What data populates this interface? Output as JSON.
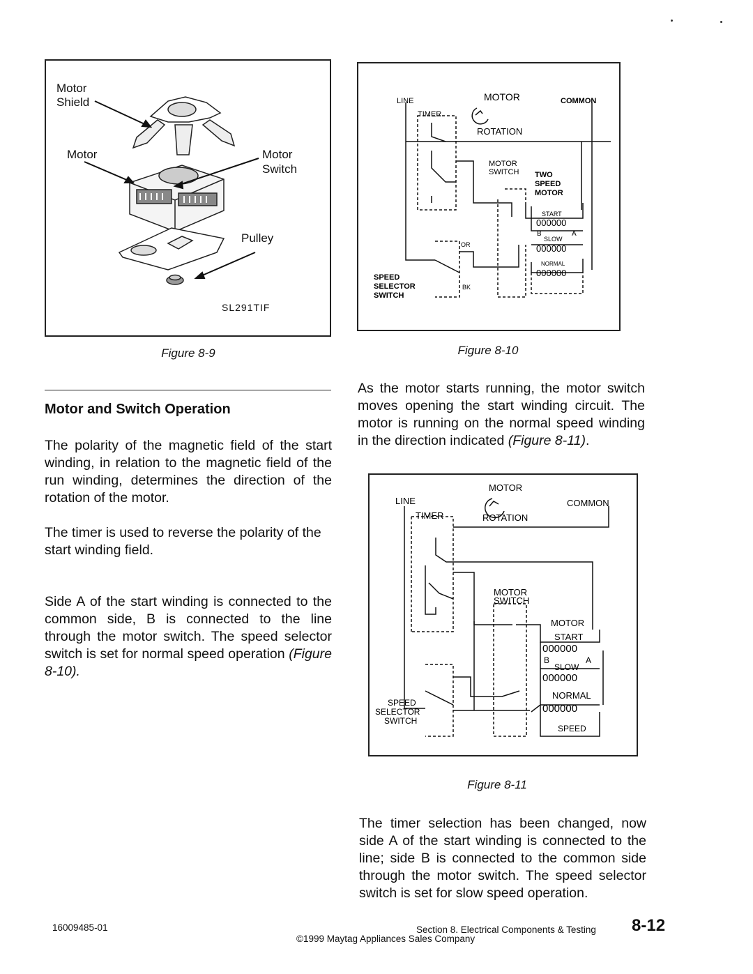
{
  "figure_9": {
    "caption": "Figure 8-9",
    "labels": {
      "motor_shield_1": "Motor",
      "motor_shield_2": "Shield",
      "motor": "Motor",
      "motor_switch_1": "Motor",
      "motor_switch_2": "Switch",
      "pulley": "Pulley",
      "code": "SL291TIF"
    }
  },
  "figure_10": {
    "caption": "Figure 8-10",
    "labels": {
      "line": "LINE",
      "motor": "MOTOR",
      "common": "COMMON",
      "timer": "TIMER",
      "rotation": "ROTATION",
      "motor_switch_1": "MOTOR",
      "motor_switch_2": "SWITCH",
      "two_speed_1": "TWO",
      "two_speed_2": "SPEED",
      "two_speed_3": "MOTOR",
      "start": "START",
      "slow": "SLOW",
      "normal": "NORMAL",
      "or": "OR",
      "bk": "BK",
      "speed_selector_1": "SPEED",
      "speed_selector_2": "SELECTOR",
      "speed_selector_3": "SWITCH",
      "coil": "000000",
      "mark_b": "B",
      "mark_a": "A"
    }
  },
  "figure_11": {
    "caption": "Figure 8-11",
    "labels": {
      "motor_top": "MOTOR",
      "line": "LINE",
      "common": "COMMON",
      "timer": "TIMER",
      "rotation": "ROTATION",
      "motor_switch_1": "MOTOR",
      "motor_switch_2": "SWITCH",
      "motor": "MOTOR",
      "start": "START",
      "slow": "SLOW",
      "normal": "NORMAL",
      "speed": "SPEED",
      "speed_selector_1": "SPEED",
      "speed_selector_2": "SELECTOR",
      "speed_selector_3": "SWITCH",
      "coil": "000000",
      "mark_b": "B",
      "mark_a": "A"
    }
  },
  "section": {
    "heading": "Motor and Switch Operation",
    "paragraphs": [
      "The polarity of the magnetic field of the start winding, in relation to the magnetic field of the run winding, determines the direction of the rotation of the motor.",
      "The timer is used to reverse the polarity of the start winding field.",
      "Side A of the start winding is connected to the common side, B is connected to the line through the motor switch. The speed selector switch is set for normal speed operation"
    ],
    "ref_fig_10": "(Figure 8-10)."
  },
  "right_text": {
    "para1_prefix": "As the motor starts running, the motor switch moves opening the start winding circuit. The motor is running on the normal speed winding in the direction indicated ",
    "para1_ref": "(Figure 8-11)",
    "para1_suffix": ".",
    "para2": "The timer selection has been changed, now side A of the start winding is connected to the line; side B is connected to the common side through the motor switch. The speed selector switch is set for slow speed operation."
  },
  "footer": {
    "doc_number": "16009485-01",
    "section": "Section 8.  Electrical Components & Testing",
    "copyright": "©1999 Maytag Appliances Sales Company",
    "page": "8-12"
  }
}
